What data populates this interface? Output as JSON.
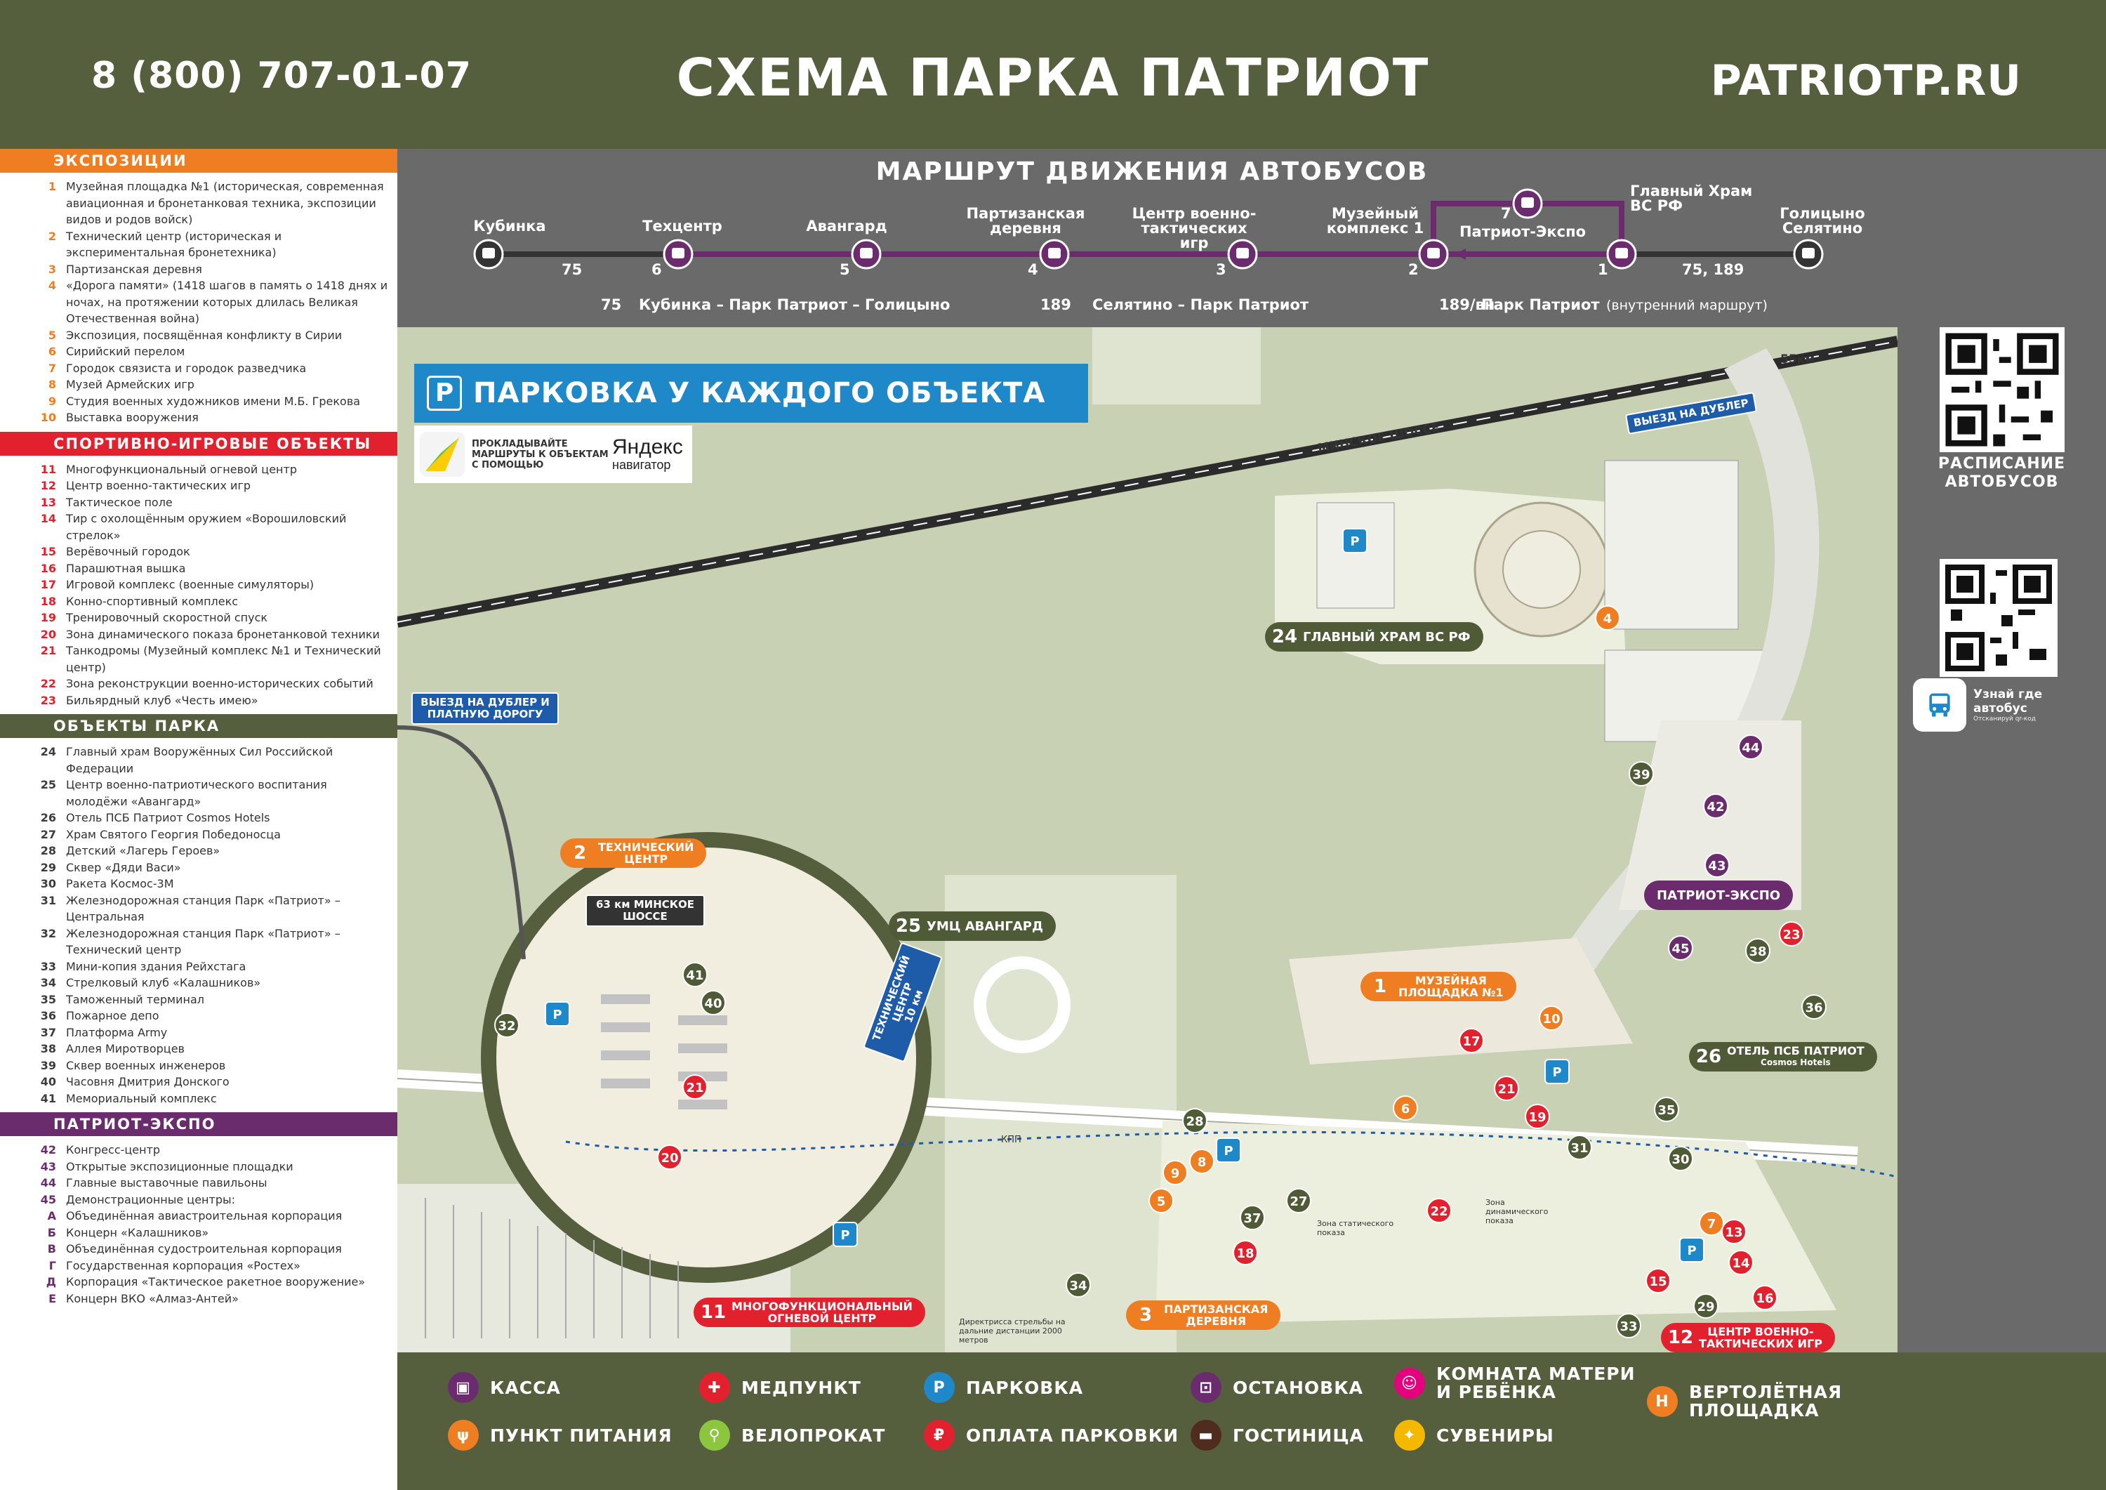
{
  "header": {
    "phone": "8 (800) 707-01-07",
    "title": "СХЕМА ПАРКА ПАТРИОТ",
    "site": "PATRIOTP.RU"
  },
  "legend": {
    "expositions": {
      "title": "ЭКСПОЗИЦИИ",
      "items": [
        {
          "n": "1",
          "t": "Музейная площадка №1 (историческая, современная авиационная и бронетанковая техника, экспозиции видов и родов войск)"
        },
        {
          "n": "2",
          "t": "Технический центр (историческая и экспериментальная бронетехника)"
        },
        {
          "n": "3",
          "t": "Партизанская деревня"
        },
        {
          "n": "4",
          "t": "«Дорога памяти» (1418 шагов в память о 1418 днях и ночах, на протяжении которых длилась Великая Отечественная война)"
        },
        {
          "n": "5",
          "t": "Экспозиция, посвящённая конфликту в Сирии"
        },
        {
          "n": "6",
          "t": "Сирийский перелом"
        },
        {
          "n": "7",
          "t": "Городок связиста и городок разведчика"
        },
        {
          "n": "8",
          "t": "Музей Армейских игр"
        },
        {
          "n": "9",
          "t": "Студия военных художников имени М.Б. Грекова"
        },
        {
          "n": "10",
          "t": "Выставка вооружения"
        }
      ]
    },
    "sports": {
      "title": "СПОРТИВНО-ИГРОВЫЕ ОБЪЕКТЫ",
      "items": [
        {
          "n": "11",
          "t": "Многофункциональный огневой центр"
        },
        {
          "n": "12",
          "t": "Центр военно-тактических игр"
        },
        {
          "n": "13",
          "t": "Тактическое поле"
        },
        {
          "n": "14",
          "t": "Тир с охолощённым оружием «Ворошиловский стрелок»"
        },
        {
          "n": "15",
          "t": "Верёвочный городок"
        },
        {
          "n": "16",
          "t": "Парашютная вышка"
        },
        {
          "n": "17",
          "t": "Игровой комплекс (военные симуляторы)"
        },
        {
          "n": "18",
          "t": "Конно-спортивный комплекс"
        },
        {
          "n": "19",
          "t": "Тренировочный скоростной спуск"
        },
        {
          "n": "20",
          "t": "Зона динамического показа бронетанковой техники"
        },
        {
          "n": "21",
          "t": "Танкодромы (Музейный комплекс №1 и Технический центр)"
        },
        {
          "n": "22",
          "t": "Зона реконструкции военно-исторических событий"
        },
        {
          "n": "23",
          "t": "Бильярдный клуб «Честь имею»"
        }
      ]
    },
    "park_objects": {
      "title": "ОБЪЕКТЫ ПАРКА",
      "items": [
        {
          "n": "24",
          "t": "Главный храм Вооружённых Сил Российской Федерации"
        },
        {
          "n": "25",
          "t": "Центр военно-патриотического воспитания молодёжи «Авангард»"
        },
        {
          "n": "26",
          "t": "Отель ПСБ Патриот Cosmos Hotels"
        },
        {
          "n": "27",
          "t": "Храм Святого Георгия Победоносца"
        },
        {
          "n": "28",
          "t": "Детский «Лагерь Героев»"
        },
        {
          "n": "29",
          "t": "Сквер «Дяди Васи»"
        },
        {
          "n": "30",
          "t": "Ракета Космос-3М"
        },
        {
          "n": "31",
          "t": "Железнодорожная станция Парк «Патриот» – Центральная"
        },
        {
          "n": "32",
          "t": "Железнодорожная станция Парк «Патриот» – Технический центр"
        },
        {
          "n": "33",
          "t": "Мини-копия здания Рейхстага"
        },
        {
          "n": "34",
          "t": "Стрелковый клуб «Калашников»"
        },
        {
          "n": "35",
          "t": "Таможенный терминал"
        },
        {
          "n": "36",
          "t": "Пожарное депо"
        },
        {
          "n": "37",
          "t": "Платформа Army"
        },
        {
          "n": "38",
          "t": "Аллея Миротворцев"
        },
        {
          "n": "39",
          "t": "Сквер военных инженеров"
        },
        {
          "n": "40",
          "t": "Часовня Дмитрия Донского"
        },
        {
          "n": "41",
          "t": "Мемориальный комплекс"
        }
      ]
    },
    "expo": {
      "title": "ПАТРИОТ-ЭКСПО",
      "items": [
        {
          "n": "42",
          "t": "Конгресс-центр"
        },
        {
          "n": "43",
          "t": "Открытые экспозиционные площадки"
        },
        {
          "n": "44",
          "t": "Главные выставочные павильоны"
        },
        {
          "n": "45",
          "t": "Демонстрационные центры:"
        },
        {
          "n": "А",
          "t": "Объединённая авиастроительная корпорация"
        },
        {
          "n": "Б",
          "t": "Концерн «Калашников»"
        },
        {
          "n": "В",
          "t": "Объединённая судостроительная корпорация"
        },
        {
          "n": "Г",
          "t": "Государственная корпорация «Ростех»"
        },
        {
          "n": "Д",
          "t": "Корпорация «Тактическое ракетное вооружение»"
        },
        {
          "n": "Е",
          "t": "Концерн ВКО «Алмаз-Антей»"
        }
      ]
    }
  },
  "route": {
    "title": "МАРШРУТ ДВИЖЕНИЯ АВТОБУСОВ",
    "stops": [
      {
        "label": "Кубинка",
        "num": ""
      },
      {
        "label": "Техцентр",
        "num": "6"
      },
      {
        "label": "Авангард",
        "num": "5"
      },
      {
        "label": "Партизанская деревня",
        "num": "4"
      },
      {
        "label": "Центр военно-тактических игр",
        "num": "3"
      },
      {
        "label": "Музейный комплекс 1",
        "num": "2"
      },
      {
        "label": "Патриот-Экспо",
        "num": "7"
      },
      {
        "label": "Главный Храм ВС РФ",
        "num": "1"
      },
      {
        "label": "Голицыно Селятино",
        "num": ""
      }
    ],
    "segment_left": "75",
    "segment_right": "75, 189",
    "line1_num": "75",
    "line1_name": "Кубинка – Парк Патриот – Голицыно",
    "line2_num": "189",
    "line2_name": "Селятино – Парк Патриот",
    "line3_num": "189/вн",
    "line3_name": "Парк Патриот",
    "line3_note": "(внутренний маршрут)",
    "colors": {
      "line": "#6b2c6e",
      "base": "#333333"
    }
  },
  "map": {
    "parking_banner": "ПАРКОВКА У КАЖДОГО ОБЪЕКТА",
    "parking_letter": "P",
    "yandex_text": "ПРОКЛАДЫВАЙТЕ МАРШРУТЫ К ОБЪЕКТАМ С ПОМОЩЬЮ",
    "yandex_name": "Яндекс",
    "yandex_sub": "навигатор",
    "road_minsk": "МИНСКОЕ ШОССЕ",
    "km55": "55км",
    "exit_doubler": "ВЫЕЗД НА ДУБЛЕР",
    "exit_paid_1": "ВЫЕЗД НА ДУБЛЕР И",
    "exit_paid_2": "ПЛАТНУЮ ДОРОГУ",
    "tech_center_sign": "ТЕХНИЧЕСКИЙ ЦЕНТР",
    "tech_center_km": "10 км",
    "inset_sign": "63 км МИНСКОЕ ШОССЕ",
    "kpp": "КПП",
    "zone_static": "Зона статического показа",
    "zone_dynamic": "Зона динамического показа",
    "shooting_note": "Директрисса стрельбы на дальние дистанции 2000 метров",
    "labels": {
      "temple": {
        "n": "24",
        "t": "ГЛАВНЫЙ ХРАМ ВС РФ"
      },
      "tech": {
        "n": "2",
        "t1": "ТЕХНИЧЕСКИЙ",
        "t2": "ЦЕНТР"
      },
      "avangard": {
        "n": "25",
        "t": "УМЦ АВАНГАРД"
      },
      "expo": {
        "t": "ПАТРИОТ-ЭКСПО"
      },
      "museum": {
        "n": "1",
        "t1": "МУЗЕЙНАЯ",
        "t2": "ПЛОЩАДКА №1"
      },
      "hotel": {
        "n": "26",
        "t1": "ОТЕЛЬ ПСБ ПАТРИОТ",
        "t2": "Cosmos Hotels"
      },
      "fire": {
        "n": "11",
        "t1": "МНОГОФУНКЦИОНАЛЬНЫЙ",
        "t2": "ОГНЕВОЙ ЦЕНТР"
      },
      "village": {
        "n": "3",
        "t1": "ПАРТИЗАНСКАЯ",
        "t2": "ДЕРЕВНЯ"
      },
      "games": {
        "n": "12",
        "t1": "ЦЕНТР ВОЕННО-",
        "t2": "ТАКТИЧЕСКИХ ИГР"
      }
    }
  },
  "right_panel": {
    "schedule": "РАСПИСАНИЕ АВТОБУСОВ",
    "app_text": "Узнай где автобус",
    "app_tiny": "Отсканируй qr-код"
  },
  "icon_legend": {
    "items": [
      {
        "icon": "ticket-office-icon",
        "label": "КАССА",
        "color": "#6b2c6e"
      },
      {
        "icon": "food-icon",
        "label": "ПУНКТ ПИТАНИЯ",
        "color": "#ef7d22"
      },
      {
        "icon": "first-aid-icon",
        "label": "МЕДПУНКТ",
        "color": "#e3202e"
      },
      {
        "icon": "bike-rental-icon",
        "label": "ВЕЛОПРОКАТ",
        "color": "#8cc63f"
      },
      {
        "icon": "parking-icon",
        "label": "ПАРКОВКА",
        "color": "#1e88c9"
      },
      {
        "icon": "paid-parking-icon",
        "label": "ОПЛАТА ПАРКОВКИ",
        "color": "#e3202e"
      },
      {
        "icon": "bus-stop-icon",
        "label": "ОСТАНОВКА",
        "color": "#6b2c6e"
      },
      {
        "icon": "hotel-icon",
        "label": "ГОСТИНИЦА",
        "color": "#4f2c1e"
      },
      {
        "icon": "mother-child-icon",
        "label": "КОМНАТА МАТЕРИ И РЕБЁНКА",
        "color": "#e5007e"
      },
      {
        "icon": "souvenirs-icon",
        "label": "СУВЕНИРЫ",
        "color": "#f5b800"
      },
      {
        "icon": "helipad-icon",
        "label": "ВЕРТОЛЁТНАЯ ПЛОЩАДКА",
        "color": "#ef7d22"
      }
    ]
  }
}
